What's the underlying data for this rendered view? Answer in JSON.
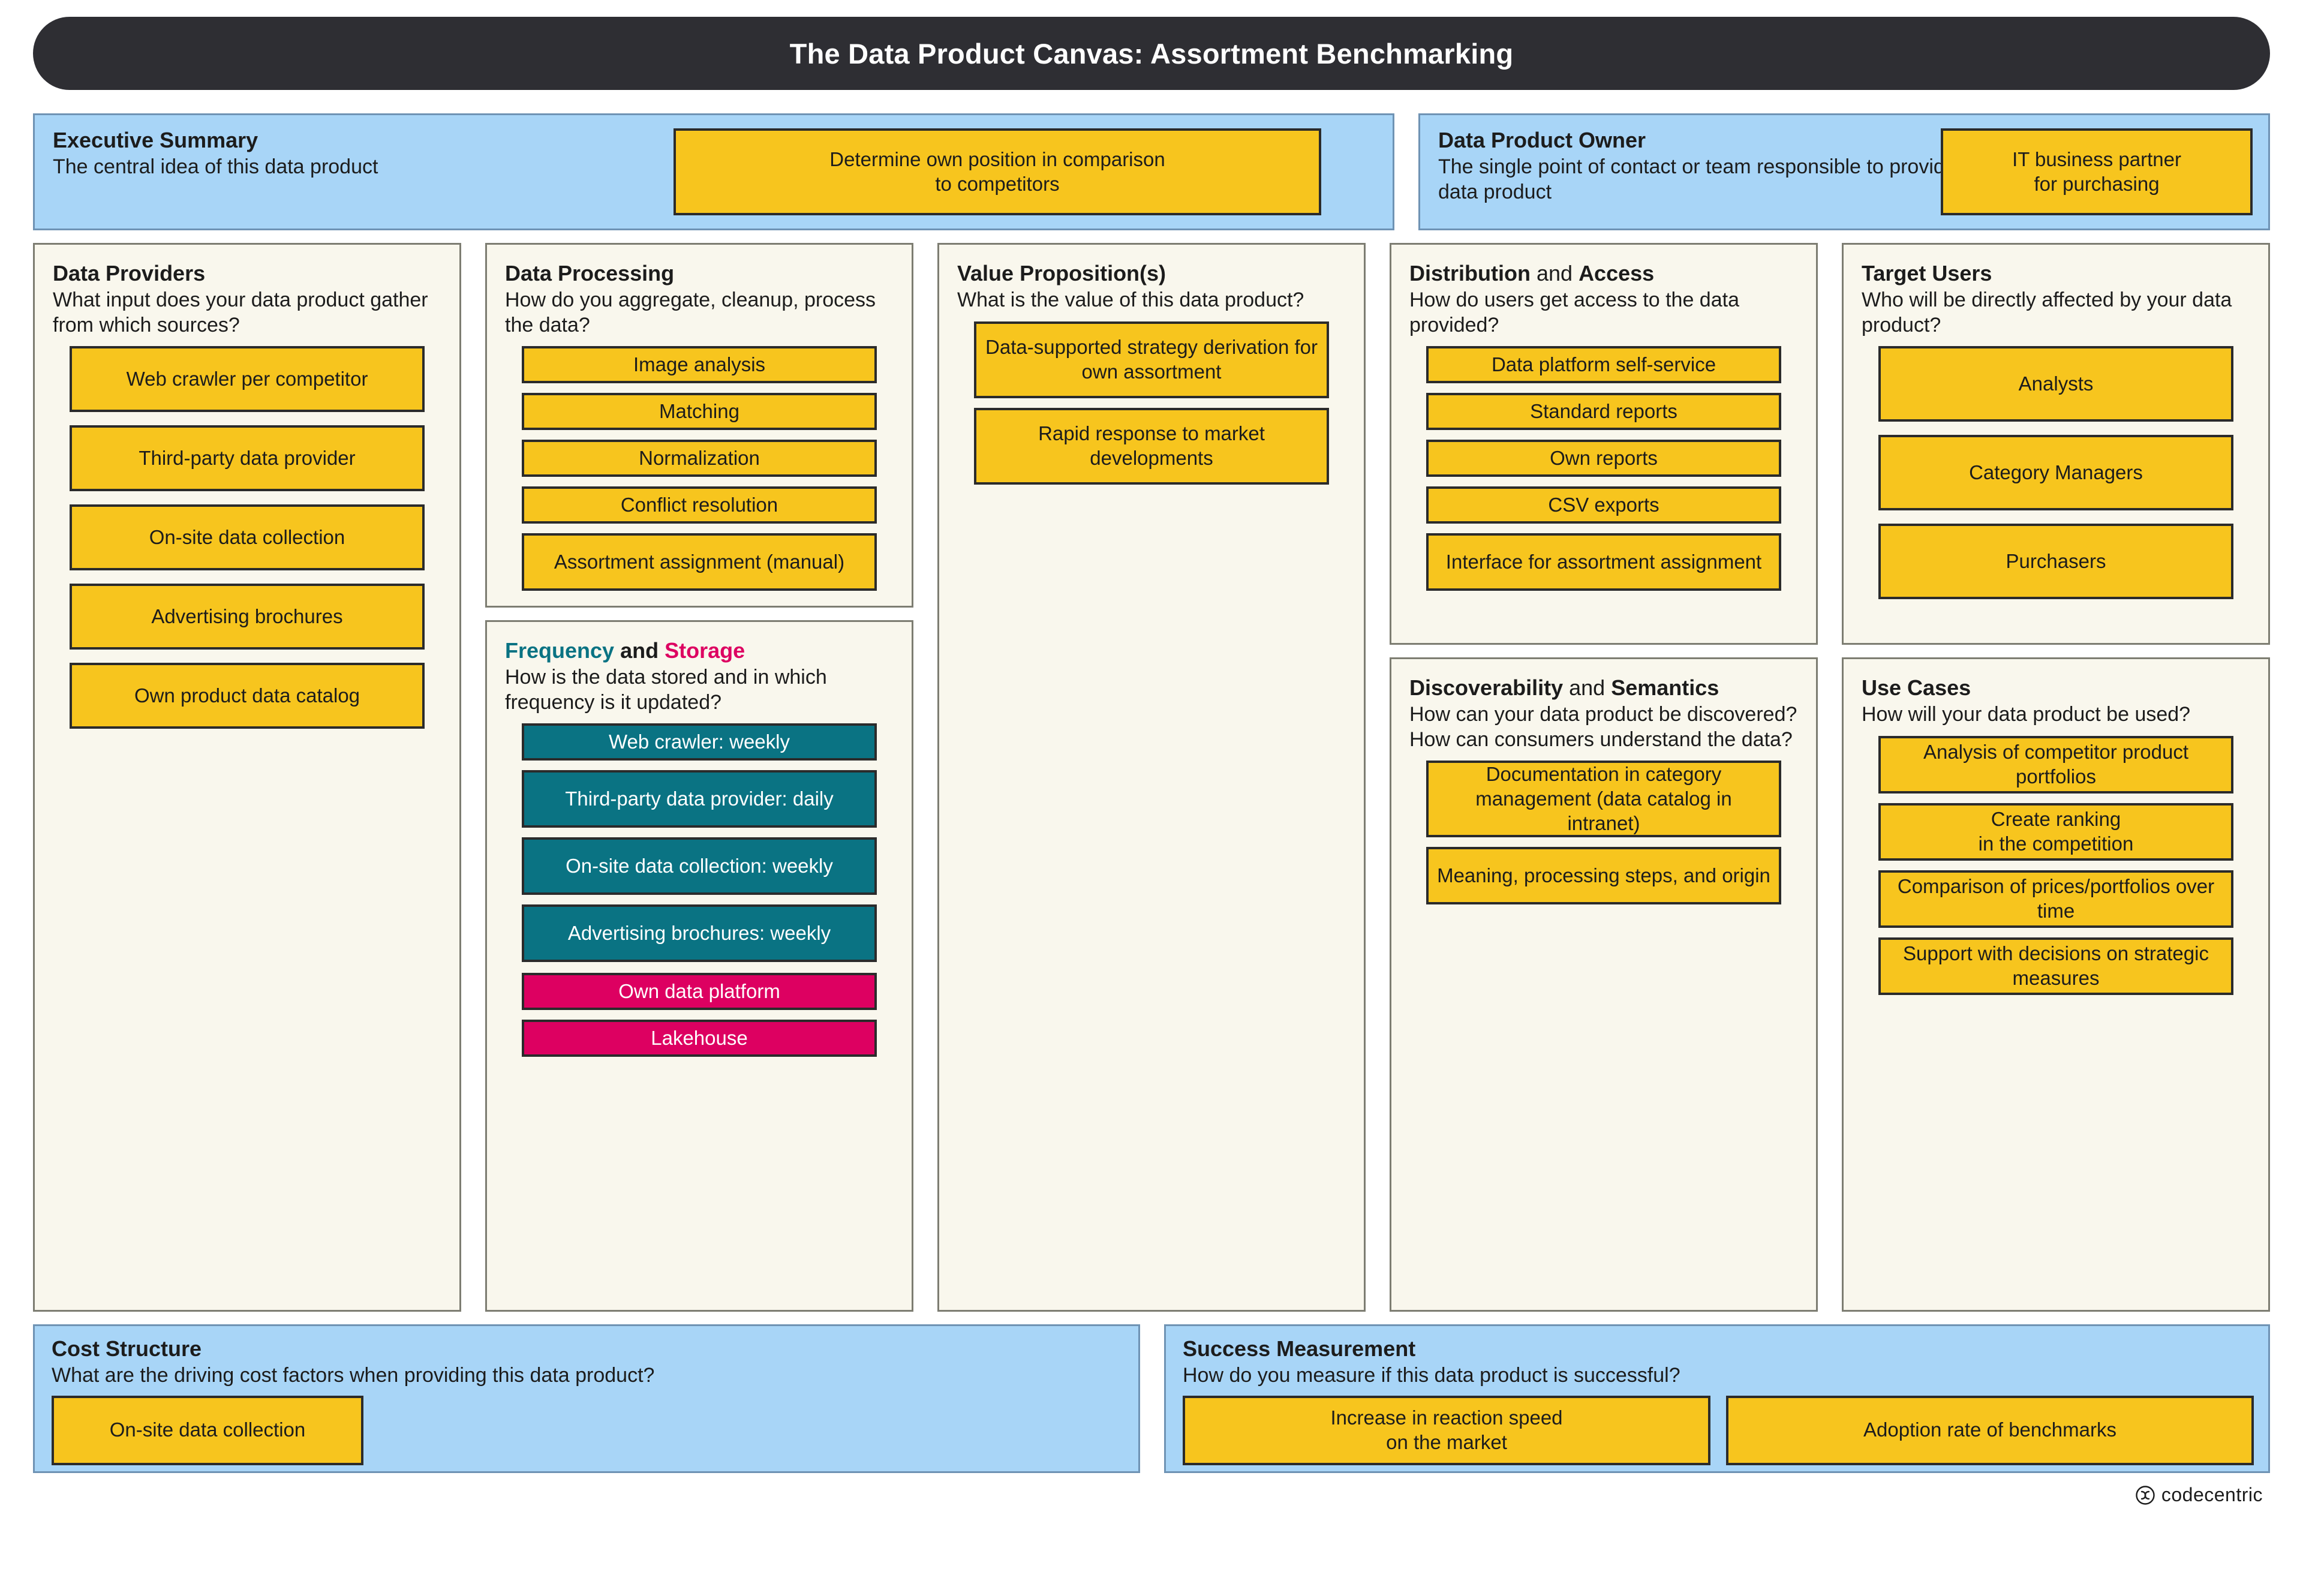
{
  "header": {
    "title": "The Data Product Canvas: Assortment Benchmarking"
  },
  "executive_summary": {
    "title": "Executive Summary",
    "subtitle": "The central idea of this data product",
    "note": "Determine own position in comparison\nto competitors"
  },
  "data_product_owner": {
    "title": "Data Product Owner",
    "subtitle": "The single point of contact or team responsible to provide this data product",
    "note": "IT business partner\nfor purchasing"
  },
  "data_providers": {
    "title": "Data Providers",
    "subtitle": "What input does your data product gather from which sources?",
    "notes": [
      "Web crawler per competitor",
      "Third-party data provider",
      "On-site data collection",
      "Advertising brochures",
      "Own product data catalog"
    ]
  },
  "data_processing": {
    "title": "Data Processing",
    "subtitle": "How do you aggregate, cleanup, process the data?",
    "notes": [
      "Image analysis",
      "Matching",
      "Normalization",
      "Conflict resolution",
      "Assortment assignment (manual)"
    ]
  },
  "frequency_storage": {
    "title_part1": "Frequency",
    "title_and": " and ",
    "title_part2": "Storage",
    "subtitle": "How is the data stored and in which frequency is it updated?",
    "frequency_notes": [
      "Web crawler: weekly",
      "Third-party data provider: daily",
      "On-site data collection: weekly",
      "Advertising brochures: weekly"
    ],
    "storage_notes": [
      "Own data platform",
      "Lakehouse"
    ]
  },
  "value_proposition": {
    "title": "Value Proposition(s)",
    "subtitle": "What is the value of this data product?",
    "notes": [
      "Data-supported strategy derivation for own assortment",
      "Rapid response to market developments"
    ]
  },
  "distribution_access": {
    "title_part1": "Distribution",
    "title_and": " and ",
    "title_part2": "Access",
    "subtitle": "How do users get access to the data provided?",
    "notes": [
      "Data platform self-service",
      "Standard reports",
      "Own reports",
      "CSV exports",
      "Interface for assortment assignment"
    ]
  },
  "target_users": {
    "title": "Target Users",
    "subtitle": "Who will be directly affected by your data product?",
    "notes": [
      "Analysts",
      "Category Managers",
      "Purchasers"
    ]
  },
  "discoverability_semantics": {
    "title_part1": "Discoverability",
    "title_and": " and ",
    "title_part2": "Semantics",
    "subtitle": "How can your data product be discovered? How can consumers understand the data?",
    "notes": [
      "Documentation in category management (data catalog in intranet)",
      "Meaning, processing steps, and origin"
    ]
  },
  "use_cases": {
    "title": "Use Cases",
    "subtitle": "How will your data product be used?",
    "notes": [
      "Analysis of competitor product portfolios",
      "Create ranking\nin the competition",
      "Comparison of prices/portfolios over time",
      "Support with decisions on strategic measures"
    ]
  },
  "cost_structure": {
    "title": "Cost Structure",
    "subtitle": "What are the driving cost factors when providing this data product?",
    "notes": [
      "On-site data collection"
    ]
  },
  "success_measurement": {
    "title": "Success Measurement",
    "subtitle": "How do you measure if this data product is successful?",
    "notes": [
      "Increase in reaction speed\non the market",
      "Adoption rate of benchmarks"
    ]
  },
  "footer": {
    "brand": "codecentric"
  },
  "colors": {
    "title_bar": "#2e2e33",
    "banner_blue": "#a8d5f7",
    "card_bg": "#f9f7ed",
    "note_yellow": "#f7c51e",
    "note_teal": "#0a7383",
    "note_magenta": "#dd0061",
    "ink": "#1c1c1c"
  }
}
